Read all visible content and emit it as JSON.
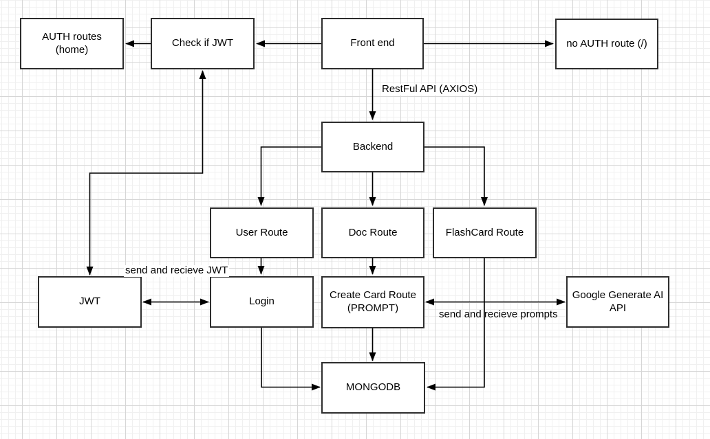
{
  "diagram": {
    "nodes": {
      "auth_routes": {
        "label": "AUTH routes (home)"
      },
      "check_jwt": {
        "label": "Check if JWT"
      },
      "front_end": {
        "label": "Front end"
      },
      "no_auth_route": {
        "label": "no AUTH route (/)"
      },
      "backend": {
        "label": "Backend"
      },
      "user_route": {
        "label": "User Route"
      },
      "doc_route": {
        "label": "Doc Route"
      },
      "flashcard_route": {
        "label": "FlashCard Route"
      },
      "jwt": {
        "label": "JWT"
      },
      "login": {
        "label": "Login"
      },
      "create_card_route": {
        "label": "Create Card Route (PROMPT)"
      },
      "google_ai": {
        "label": "Google Generate AI API"
      },
      "mongodb": {
        "label": "MONGODB"
      }
    },
    "edge_labels": {
      "restful_api": "RestFul API (AXIOS)",
      "send_recieve_jwt": "send and recieve JWT",
      "send_recieve_prompts": "send and recieve prompts"
    },
    "colors": {
      "node_fill": "#ffffff",
      "node_border": "#000000",
      "edge": "#000000",
      "grid_minor": "#f0f0f0",
      "grid_major": "#d6d6d6",
      "background": "#ffffff"
    }
  }
}
